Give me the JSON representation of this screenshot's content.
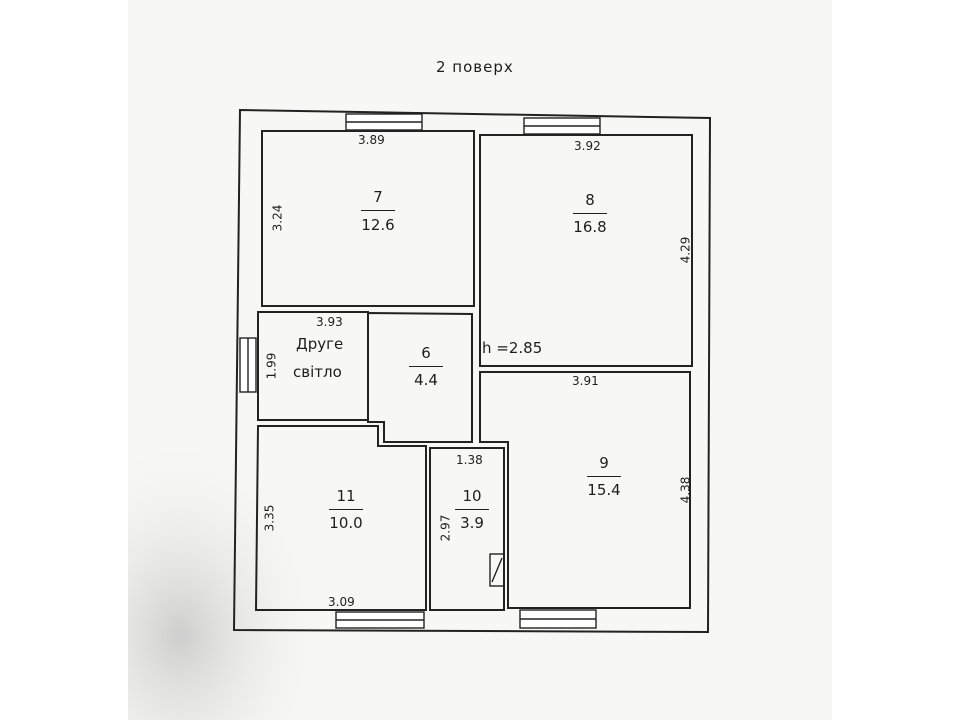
{
  "title": "2 поверх",
  "height_label": "h =2.85",
  "rooms": [
    {
      "id": "7",
      "area": "12.6"
    },
    {
      "id": "8",
      "area": "16.8"
    },
    {
      "id": "6",
      "area": "4.4"
    },
    {
      "id": "9",
      "area": "15.4"
    },
    {
      "id": "11",
      "area": "10.0"
    },
    {
      "id": "10",
      "area": "3.9"
    }
  ],
  "second_light": {
    "line1": "Друге",
    "line2": "світло"
  },
  "dimensions": [
    "3.89",
    "3.24",
    "3.92",
    "4.29",
    "3.93",
    "1.99",
    "3.91",
    "1.38",
    "4.38",
    "3.35",
    "2.97",
    "3.09"
  ]
}
